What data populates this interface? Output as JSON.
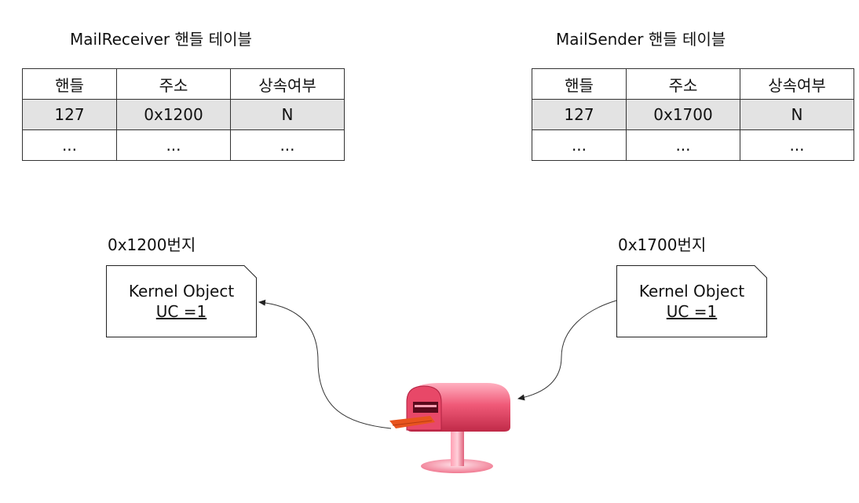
{
  "receiver": {
    "title": "MailReceiver 핸들 테이블",
    "headers": [
      "핸들",
      "주소",
      "상속여부"
    ],
    "rows": [
      [
        "127",
        "0x1200",
        "N"
      ],
      [
        "...",
        "...",
        "..."
      ]
    ],
    "address_label": "0x1200번지",
    "object": {
      "name": "Kernel Object",
      "uc": "UC =1"
    }
  },
  "sender": {
    "title": "MailSender 핸들 테이블",
    "headers": [
      "핸들",
      "주소",
      "상속여부"
    ],
    "rows": [
      [
        "127",
        "0x1700",
        "N"
      ],
      [
        "...",
        "...",
        "..."
      ]
    ],
    "address_label": "0x1700번지",
    "object": {
      "name": "Kernel Object",
      "uc": "UC =1"
    }
  },
  "colors": {
    "highlight_row": "#e3e3e3",
    "mailbox": "#f05a78",
    "flag": "#e8541e"
  },
  "icon": "mailbox-icon"
}
